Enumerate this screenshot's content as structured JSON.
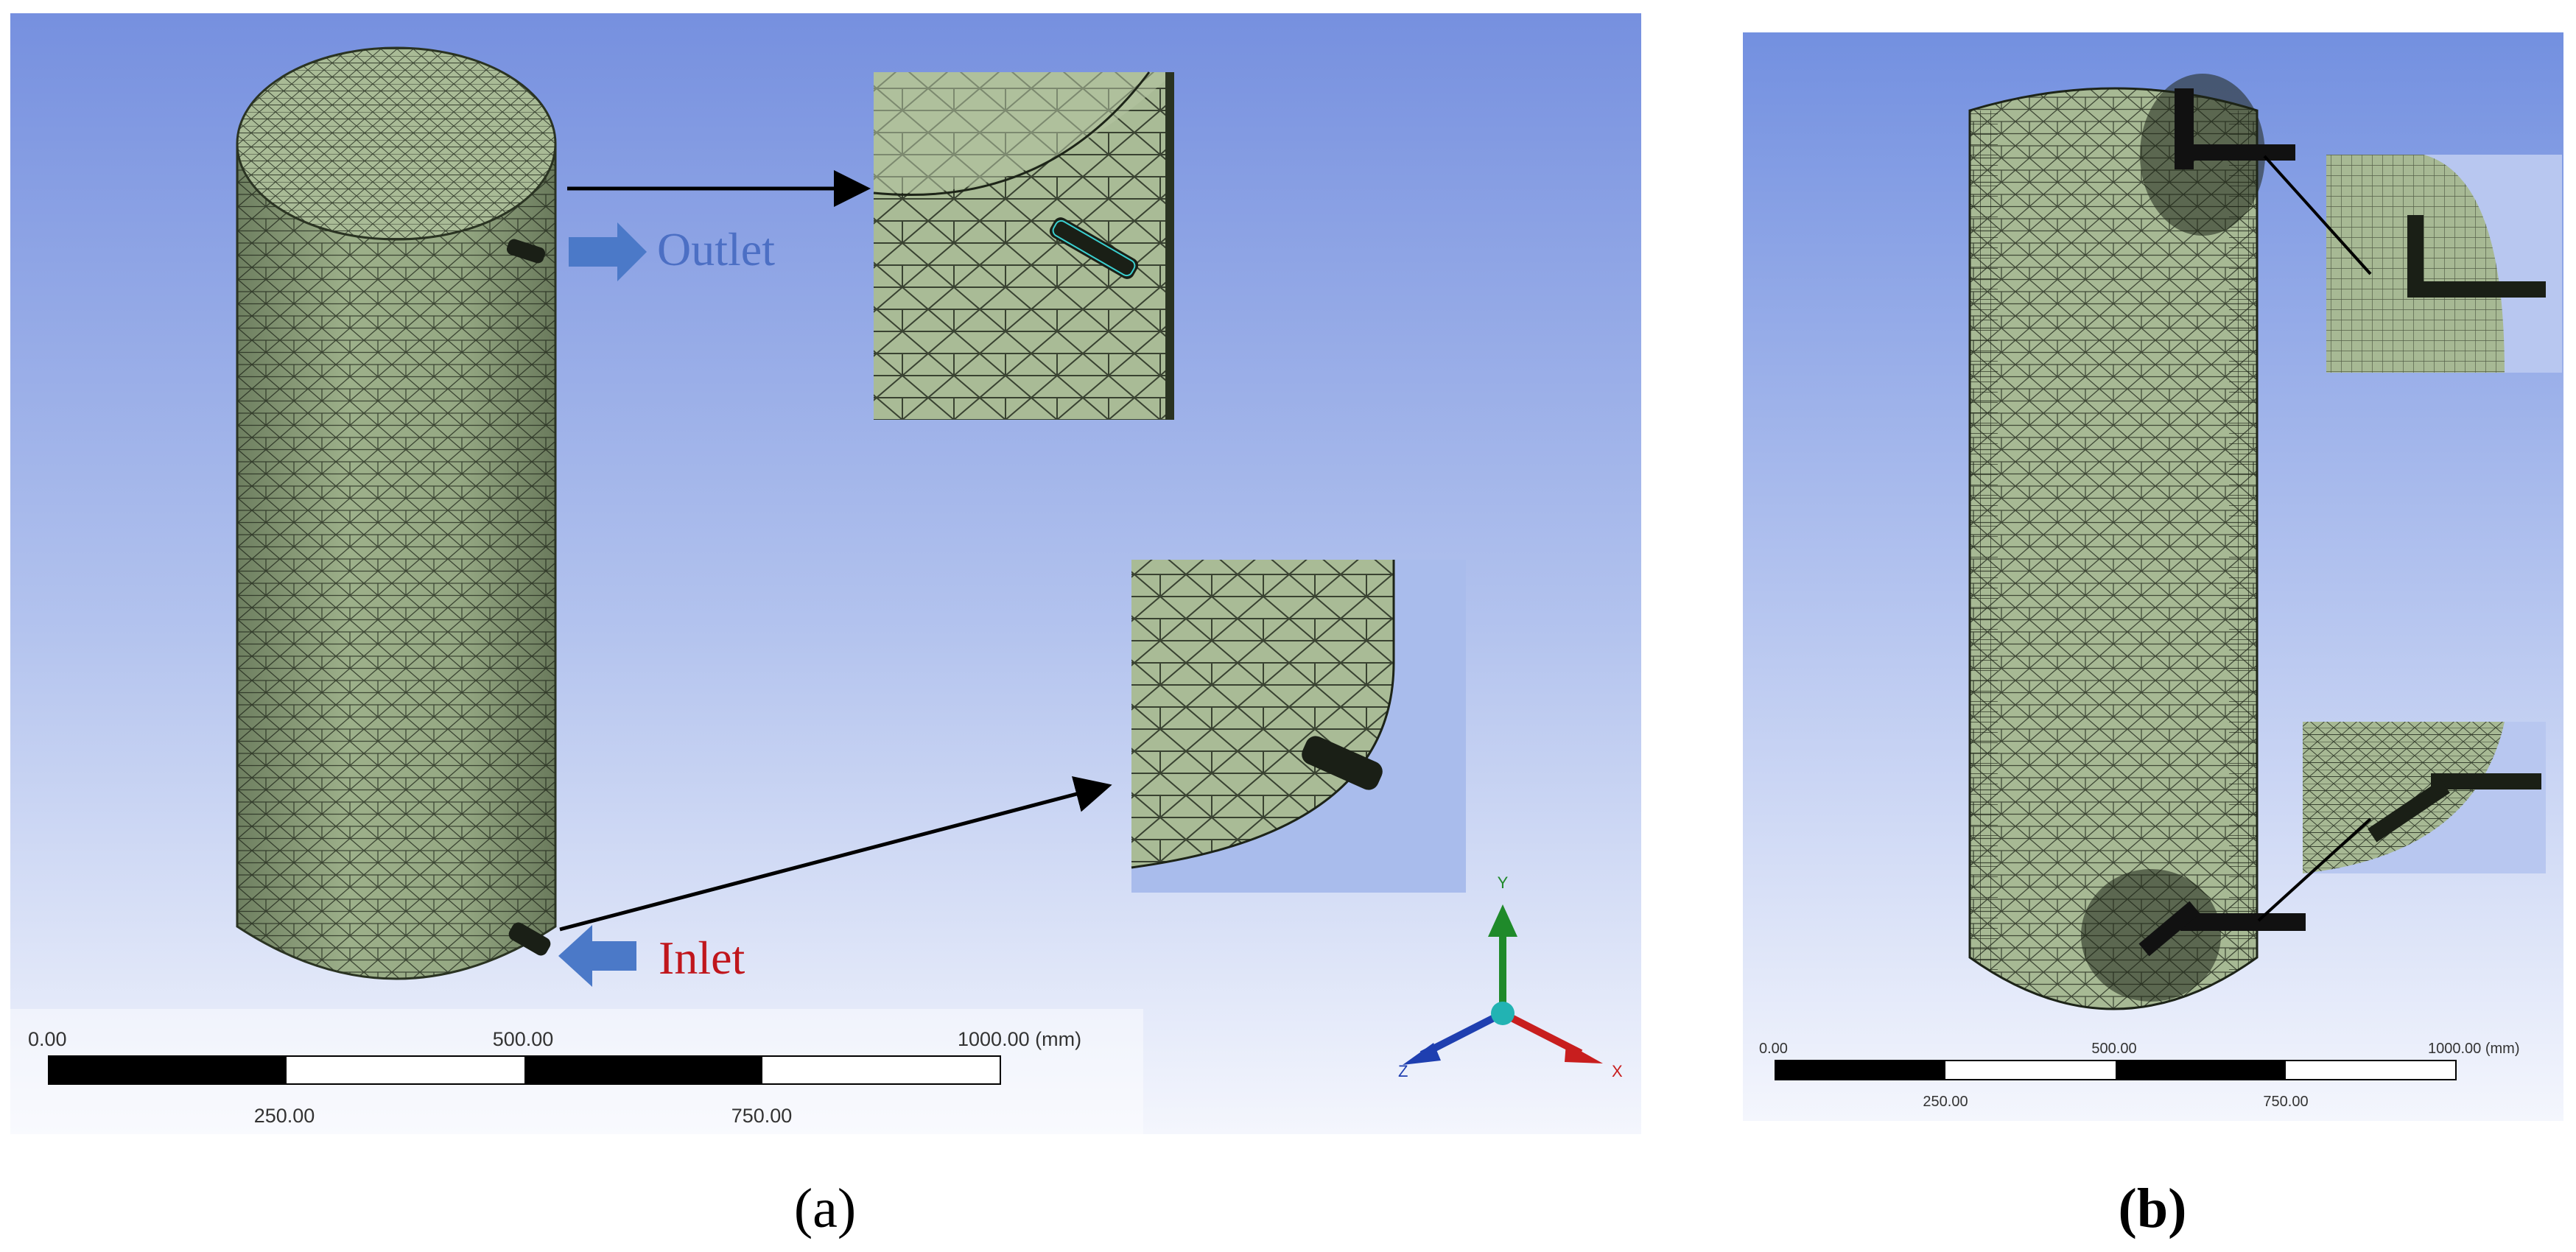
{
  "panel_a": {
    "outlet_label": "Outlet",
    "inlet_label": "Inlet",
    "scale": {
      "top_labels": [
        "0.00",
        "500.00",
        "1000.00 (mm)"
      ],
      "bottom_labels": [
        "250.00",
        "750.00"
      ]
    },
    "axes": {
      "y": "Y",
      "z": "Z",
      "x": "X"
    },
    "caption": "(a)"
  },
  "panel_b": {
    "scale": {
      "top_labels": [
        "0.00",
        "500.00",
        "1000.00 (mm)"
      ],
      "bottom_labels": [
        "250.00",
        "750.00"
      ]
    },
    "caption": "(b)"
  },
  "colors": {
    "background_top": "#7a93df",
    "background_bottom": "#f3f5fc",
    "mesh_fill": "#a7b994",
    "mesh_line": "#1d2418",
    "outlet_text": "#4c6fc4",
    "inlet_text": "#c0161c",
    "arrow_blue": "#4b79c8",
    "axis_y": "#1f8a2a",
    "axis_z": "#1f3fb0",
    "axis_x": "#c81e1e",
    "origin": "#22b3b3"
  }
}
